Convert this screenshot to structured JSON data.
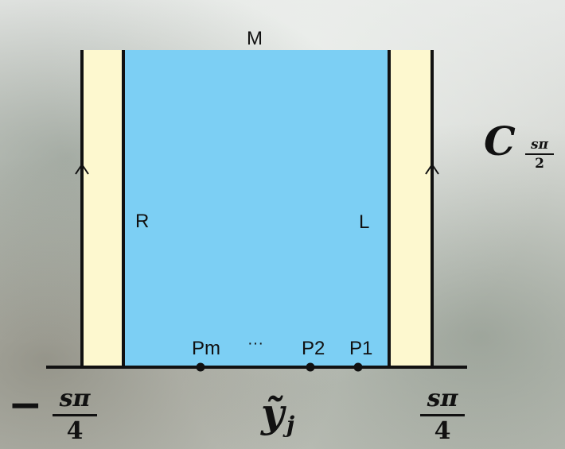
{
  "labels": {
    "top": "M",
    "left_line": "R",
    "right_line": "L",
    "contour": "C",
    "contour_sub_num": "sπ",
    "contour_sub_den": "2",
    "axis_var": "ỹ",
    "axis_sub": "j",
    "left_bound_sign": "−",
    "left_bound_num": "sπ",
    "left_bound_den": "4",
    "right_bound_num": "sπ",
    "right_bound_den": "4",
    "points": [
      "Pm",
      "···",
      "P2",
      "P1"
    ]
  },
  "colors": {
    "strip": "#fdf8cf",
    "center": "#7ccff4",
    "line": "#111111"
  }
}
